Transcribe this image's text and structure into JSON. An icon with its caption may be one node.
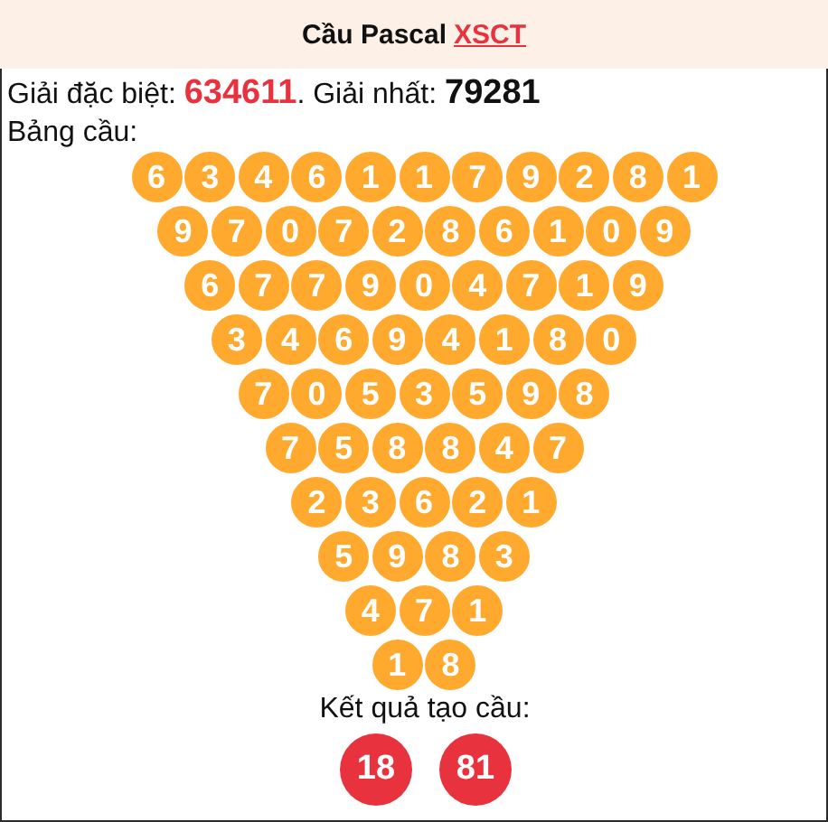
{
  "diagram": {
    "nodes": [
      {
        "text": [
          "Cầu Pascal",
          "XSCT"
        ]
      },
      {
        "text": [
          "6"
        ]
      },
      {
        "text": [
          "3"
        ]
      },
      {
        "text": [
          "4"
        ]
      },
      {
        "text": [
          "6"
        ]
      },
      {
        "text": [
          "1"
        ]
      },
      {
        "text": [
          "1"
        ]
      },
      {
        "text": [
          "7"
        ]
      },
      {
        "text": [
          "9"
        ]
      },
      {
        "text": [
          "2"
        ]
      },
      {
        "text": [
          "8"
        ]
      },
      {
        "text": [
          "1"
        ]
      },
      {
        "text": [
          "9"
        ]
      },
      {
        "text": [
          "7"
        ]
      },
      {
        "text": [
          "0"
        ]
      },
      {
        "text": [
          "7"
        ]
      },
      {
        "text": [
          "2"
        ]
      },
      {
        "text": [
          "8"
        ]
      },
      {
        "text": [
          "6"
        ]
      },
      {
        "text": [
          "1"
        ]
      },
      {
        "text": [
          "0"
        ]
      },
      {
        "text": [
          "9"
        ]
      },
      {
        "text": [
          "6"
        ]
      },
      {
        "text": [
          "7"
        ]
      },
      {
        "text": [
          "7"
        ]
      },
      {
        "text": [
          "9"
        ]
      },
      {
        "text": [
          "0"
        ]
      },
      {
        "text": [
          "4"
        ]
      },
      {
        "text": [
          "7"
        ]
      },
      {
        "text": [
          "1"
        ]
      },
      {
        "text": [
          "9"
        ]
      },
      {
        "text": [
          "3"
        ]
      },
      {
        "text": [
          "4"
        ]
      },
      {
        "text": [
          "6"
        ]
      },
      {
        "text": [
          "9"
        ]
      },
      {
        "text": [
          "4"
        ]
      },
      {
        "text": [
          "1"
        ]
      },
      {
        "text": [
          "8"
        ]
      },
      {
        "text": [
          "0"
        ]
      },
      {
        "text": [
          "7"
        ]
      },
      {
        "text": [
          "0"
        ]
      },
      {
        "text": [
          "5"
        ]
      },
      {
        "text": [
          "3"
        ]
      },
      {
        "text": [
          "5"
        ]
      },
      {
        "text": [
          "9"
        ]
      },
      {
        "text": [
          "8"
        ]
      },
      {
        "text": [
          "7"
        ]
      },
      {
        "text": [
          "5"
        ]
      },
      {
        "text": [
          "8"
        ]
      },
      {
        "text": [
          "8"
        ]
      },
      {
        "text": [
          "4"
        ]
      },
      {
        "text": [
          "7"
        ]
      },
      {
        "text": [
          "2"
        ]
      },
      {
        "text": [
          "3"
        ]
      },
      {
        "text": [
          "6"
        ]
      },
      {
        "text": [
          "2"
        ]
      },
      {
        "text": [
          "1"
        ]
      },
      {
        "text": [
          "5"
        ]
      },
      {
        "text": [
          "9"
        ]
      },
      {
        "text": [
          "8"
        ]
      },
      {
        "text": [
          "3"
        ]
      },
      {
        "text": [
          "4"
        ]
      },
      {
        "text": [
          "7"
        ]
      },
      {
        "text": [
          "1"
        ]
      },
      {
        "text": [
          "1"
        ]
      },
      {
        "text": [
          "8"
        ]
      },
      {
        "text": [
          "18"
        ]
      },
      {
        "text": [
          "81"
        ]
      }
    ],
    "labels": [
      "Giải đặc biệt: **634611**. Giải nhất: **79281**",
      "Bảng cầu:",
      "Kết quả tạo cầu:"
    ]
  }
}
